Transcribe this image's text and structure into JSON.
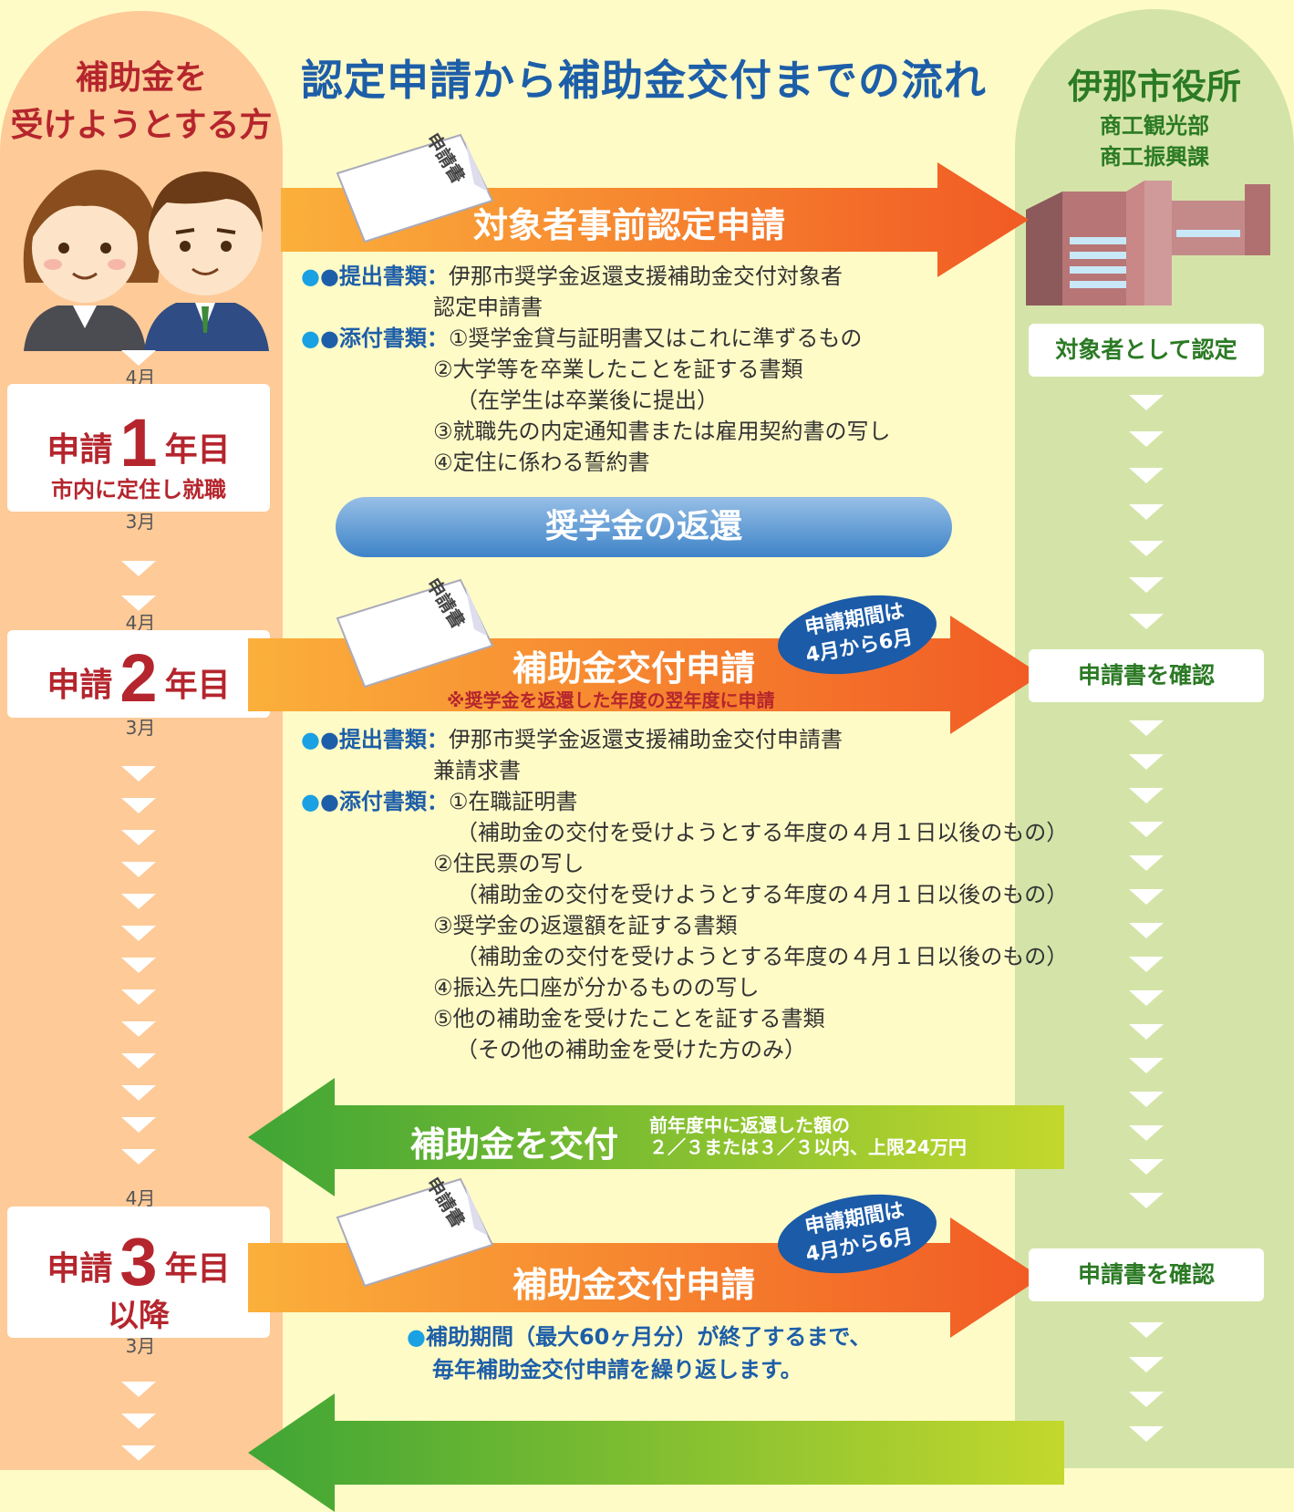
{
  "title": "認定申請から補助金交付までの流れ",
  "applicant": {
    "title_line1": "補助金を",
    "title_line2": "受けようとする方"
  },
  "office": {
    "name": "伊那市役所",
    "dept1": "商工観光部",
    "dept2": "商工振興課"
  },
  "document_label": "申請書",
  "step1": {
    "arrow_label": "対象者事前認定申請",
    "submit_key": "●提出書類：",
    "submit_line1": "伊那市奨学金返還支援補助金交付対象者",
    "submit_line2": "認定申請書",
    "attach_key": "●添付書類：",
    "attachments": [
      "①奨学金貸与証明書又はこれに準ずるもの",
      "②大学等を卒業したことを証する書類",
      "（在学生は卒業後に提出）",
      "③就職先の内定通知書または雇用契約書の写し",
      "④定住に係わる誓約書"
    ],
    "office_result": "対象者として認定"
  },
  "repay_pill": "奨学金の返還",
  "year1": {
    "pre": "申請",
    "num": "1",
    "post": "年目",
    "sub": "市内に定住し就職",
    "start": "4月",
    "end": "3月"
  },
  "year2": {
    "pre": "申請",
    "num": "2",
    "post": "年目",
    "start": "4月",
    "end": "3月"
  },
  "year3": {
    "pre": "申請",
    "num": "3",
    "post": "年目",
    "sub": "以降",
    "start": "4月",
    "end": "3月"
  },
  "step2": {
    "arrow_label": "補助金交付申請",
    "note": "※奨学金を返還した年度の翌年度に申請",
    "badge_line1": "申請期間は",
    "badge_line2": "4月から6月",
    "submit_key": "●提出書類：",
    "submit_line1": "伊那市奨学金返還支援補助金交付申請書",
    "submit_line2": "兼請求書",
    "attach_key": "●添付書類：",
    "attachments": [
      "①在職証明書",
      "（補助金の交付を受けようとする年度の４月１日以後のもの）",
      "②住民票の写し",
      "（補助金の交付を受けようとする年度の４月１日以後のもの）",
      "③奨学金の返還額を証する書類",
      "（補助金の交付を受けようとする年度の４月１日以後のもの）",
      "④振込先口座が分かるものの写し",
      "⑤他の補助金を受けたことを証する書類",
      "（その他の補助金を受けた方のみ）"
    ],
    "office_result": "申請書を確認"
  },
  "grant": {
    "arrow_label": "補助金を交付",
    "detail_line1": "前年度中に返還した額の",
    "detail_line2": "２／３または３／３以内、上限24万円"
  },
  "step3": {
    "arrow_label": "補助金交付申請",
    "badge_line1": "申請期間は",
    "badge_line2": "4月から6月",
    "office_result": "申請書を確認",
    "note_line1": "補助期間（最大60ヶ月分）が終了するまで、",
    "note_line2": "毎年補助金交付申請を繰り返します。"
  },
  "colors": {
    "orange_start": "#fbb03b",
    "orange_end": "#f15a24",
    "green_start": "#3fa535",
    "green_end": "#c3d82d",
    "left_column": "#fdca98",
    "right_column": "#d4e4a8",
    "background": "#fffbc7"
  }
}
